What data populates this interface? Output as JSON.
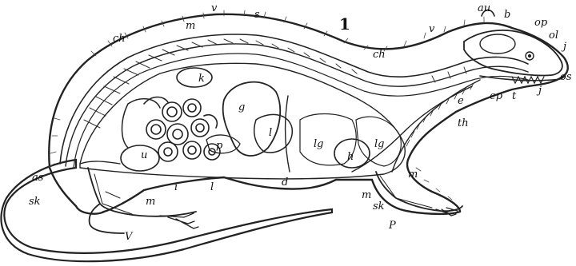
{
  "figure": {
    "number": "1",
    "labels": {
      "v_top": "v",
      "s": "s",
      "m_back": "m",
      "ch_left": "ch",
      "ch_mid": "ch",
      "v_neck": "v",
      "au": "au",
      "b": "b",
      "op": "op",
      "ol": "ol",
      "j": "j",
      "j_lower": "j",
      "os": "os",
      "t": "t",
      "e": "e",
      "ep": "ep",
      "th": "th",
      "k": "k",
      "g": "g",
      "p": "p",
      "l": "l",
      "lg_left": "lg",
      "lg_right": "lg",
      "h": "h",
      "d": "d",
      "u": "u",
      "i": "i",
      "as": "as",
      "sk_hind": "sk",
      "m_hind": "m",
      "V": "V",
      "m_fore": "m",
      "sk_fore": "sk",
      "P": "P"
    }
  }
}
